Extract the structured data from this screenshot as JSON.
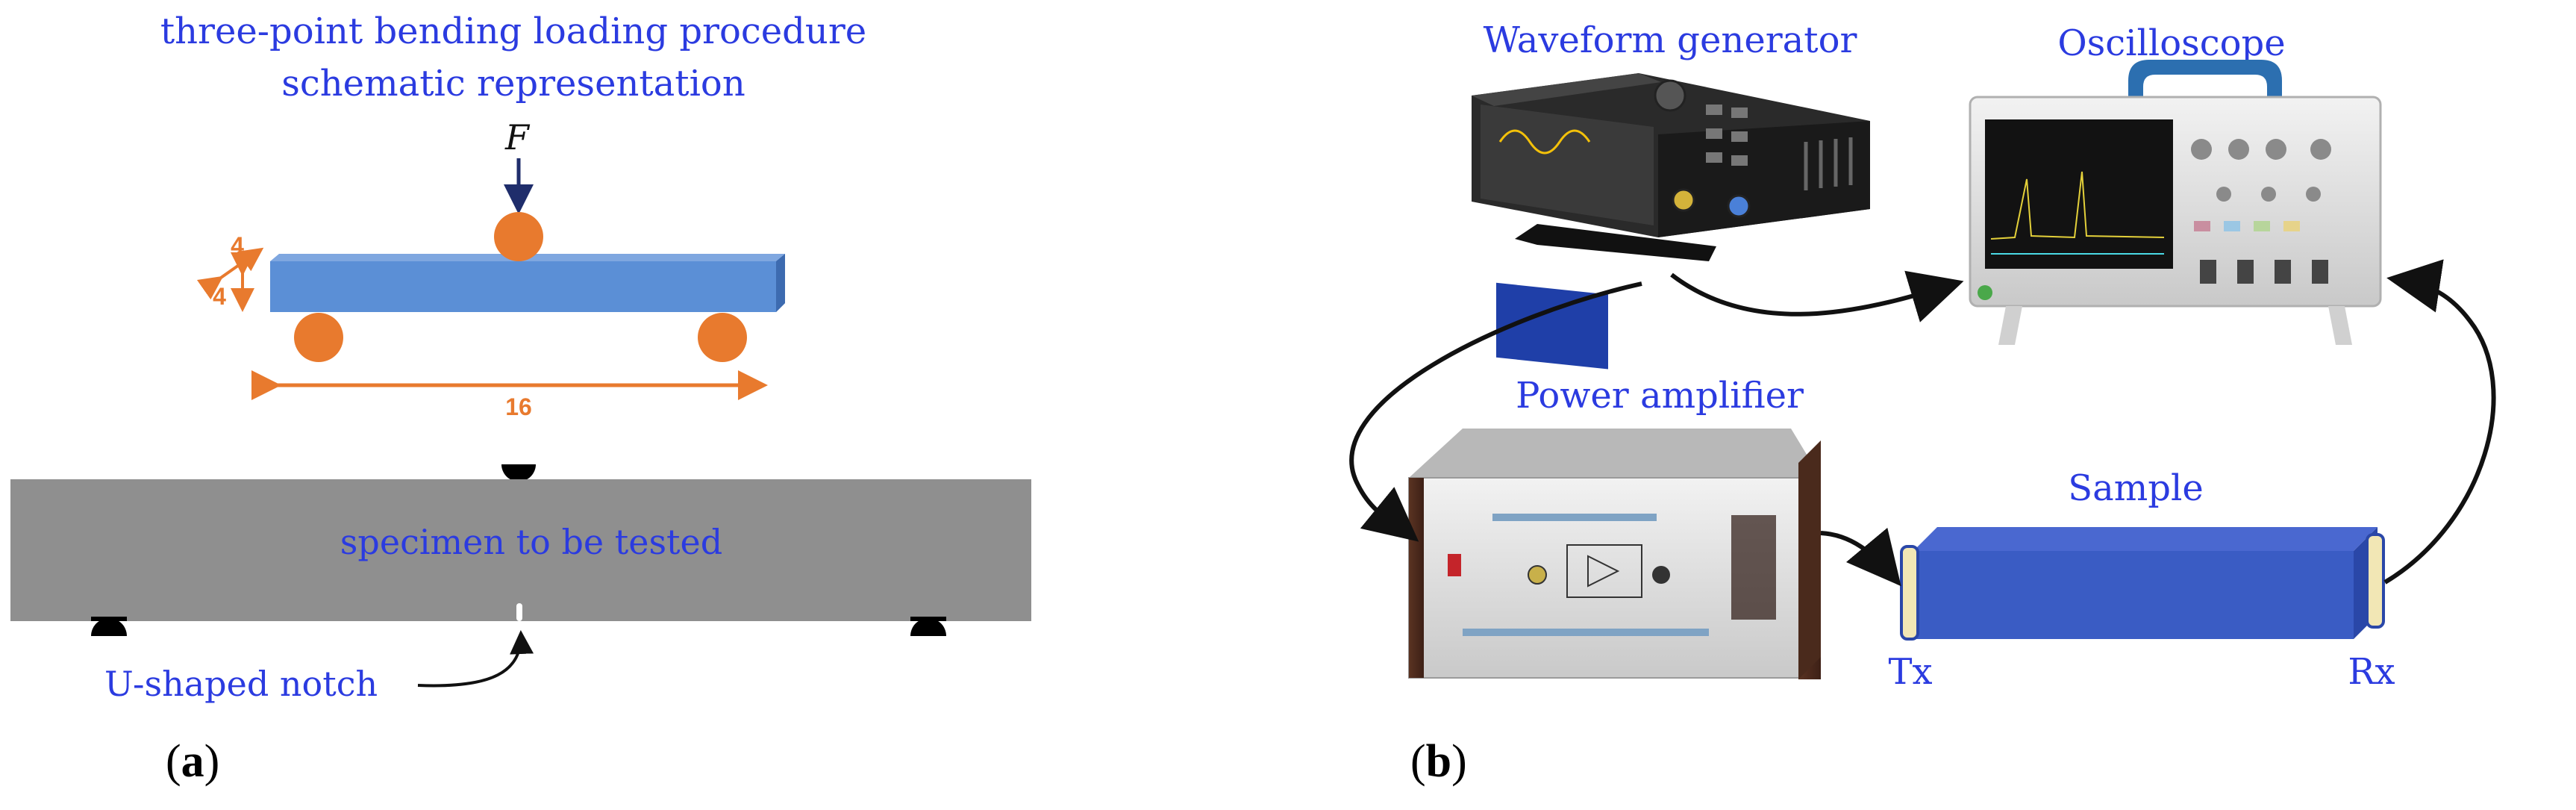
{
  "panel_a": {
    "title_line1": "three-point bending loading procedure",
    "title_line2": "schematic representation",
    "force_label": "F",
    "dim_width": "4",
    "dim_height": "4",
    "dim_length": "16",
    "specimen_label": "specimen to be tested",
    "notch_label": "U-shaped notch",
    "caption_prefix": "(",
    "caption_letter": "a",
    "caption_suffix": ")"
  },
  "panel_b": {
    "waveform_generator": "Waveform generator",
    "oscilloscope": "Oscilloscope",
    "power_amplifier": "Power amplifier",
    "sample": "Sample",
    "tx": "Tx",
    "rx": "Rx",
    "caption_prefix": "(",
    "caption_letter": "b",
    "caption_suffix": ")"
  },
  "colors": {
    "label_blue": "#2b3be0",
    "beam_blue": "#5b8fd6",
    "roller_orange": "#e87a2e",
    "specimen_gray": "#8f8f8f",
    "sample_blue": "#3a5cc4"
  }
}
